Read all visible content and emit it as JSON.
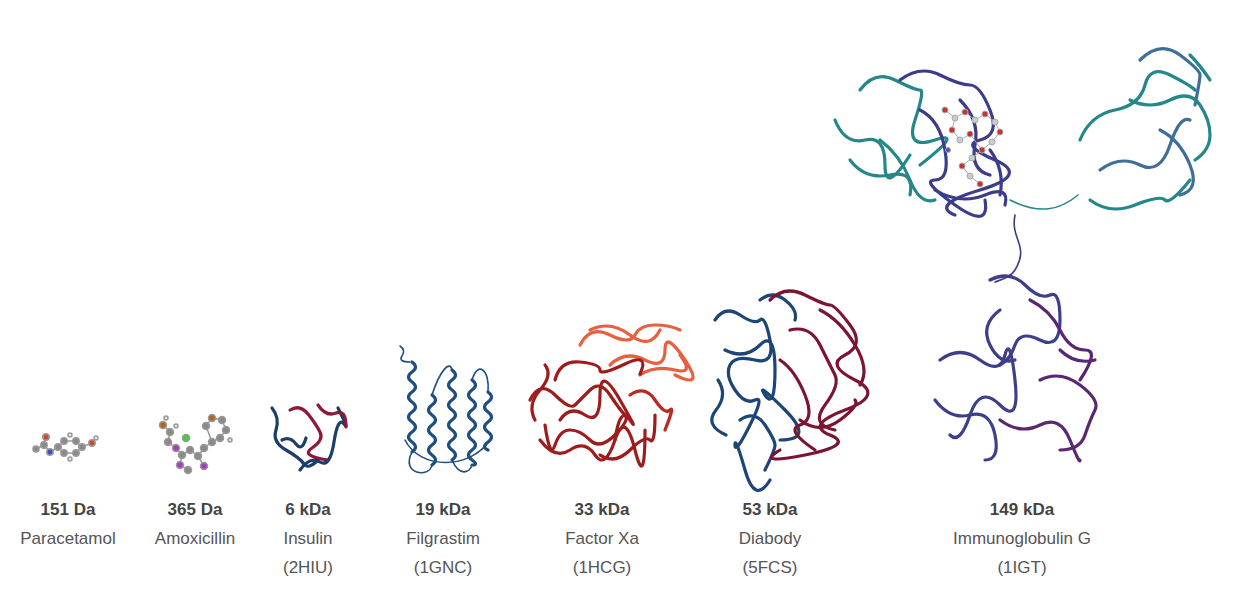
{
  "diagram": {
    "labels": [
      "151 Da",
      "Paracetamol",
      "365 Da",
      "Amoxicillin",
      "6 kDa",
      "Insulin",
      "(2HIU)",
      "19 kDa",
      "Filgrastim",
      "(1GNC)",
      "33 kDa",
      "Factor Xa",
      "(1HCG)",
      "53 kDa",
      "Diabody",
      "(5FCS)",
      "149 kDa",
      "Immunoglobulin G",
      "(1IGT)"
    ]
  }
}
